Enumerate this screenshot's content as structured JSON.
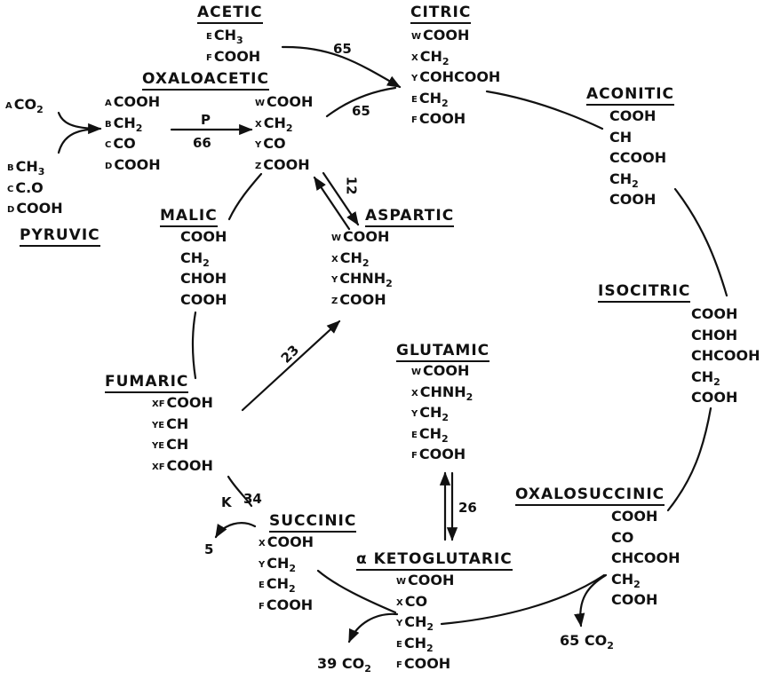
{
  "compounds": {
    "acetic": {
      "name": "ACETIC",
      "rows": [
        {
          "l": "E",
          "f": "CH",
          "s": "3",
          "t": ""
        },
        {
          "l": "F",
          "f": "COOH",
          "s": "",
          "t": ""
        }
      ]
    },
    "citric": {
      "name": "CITRIC",
      "rows": [
        {
          "l": "W",
          "f": "COOH",
          "s": "",
          "t": ""
        },
        {
          "l": "X",
          "f": "CH",
          "s": "2",
          "t": ""
        },
        {
          "l": "Y",
          "f": "COHCOOH",
          "s": "",
          "t": ""
        },
        {
          "l": "E",
          "f": "CH",
          "s": "2",
          "t": ""
        },
        {
          "l": "F",
          "f": "COOH",
          "s": "",
          "t": ""
        }
      ]
    },
    "oxaloacetic": {
      "name": "OXALOACETIC",
      "rows_left": [
        {
          "l": "A",
          "f": "COOH",
          "s": "",
          "t": ""
        },
        {
          "l": "B",
          "f": "CH",
          "s": "2",
          "t": ""
        },
        {
          "l": "C",
          "f": "CO",
          "s": "",
          "t": ""
        },
        {
          "l": "D",
          "f": "COOH",
          "s": "",
          "t": ""
        }
      ],
      "rows_right": [
        {
          "l": "W",
          "f": "COOH",
          "s": "",
          "t": ""
        },
        {
          "l": "X",
          "f": "CH",
          "s": "2",
          "t": ""
        },
        {
          "l": "Y",
          "f": "CO",
          "s": "",
          "t": ""
        },
        {
          "l": "Z",
          "f": "COOH",
          "s": "",
          "t": ""
        }
      ]
    },
    "co2_a": {
      "rows": [
        {
          "l": "A",
          "f": "CO",
          "s": "2",
          "t": ""
        }
      ]
    },
    "pyruvic": {
      "name": "PYRUVIC",
      "rows": [
        {
          "l": "B",
          "f": "CH",
          "s": "3",
          "t": ""
        },
        {
          "l": "C",
          "f": "C.O",
          "s": "",
          "t": ""
        },
        {
          "l": "D",
          "f": "COOH",
          "s": "",
          "t": ""
        }
      ]
    },
    "aconitic": {
      "name": "ACONITIC",
      "rows": [
        {
          "l": "",
          "f": "COOH",
          "s": "",
          "t": ""
        },
        {
          "l": "",
          "f": "CH",
          "s": "",
          "t": ""
        },
        {
          "l": "",
          "f": "CCOOH",
          "s": "",
          "t": ""
        },
        {
          "l": "",
          "f": "CH",
          "s": "2",
          "t": ""
        },
        {
          "l": "",
          "f": "COOH",
          "s": "",
          "t": ""
        }
      ]
    },
    "malic": {
      "name": "MALIC",
      "rows": [
        {
          "l": "",
          "f": "COOH",
          "s": "",
          "t": ""
        },
        {
          "l": "",
          "f": "CH",
          "s": "2",
          "t": ""
        },
        {
          "l": "",
          "f": "CHOH",
          "s": "",
          "t": ""
        },
        {
          "l": "",
          "f": "COOH",
          "s": "",
          "t": ""
        }
      ]
    },
    "aspartic": {
      "name": "ASPARTIC",
      "rows": [
        {
          "l": "W",
          "f": "COOH",
          "s": "",
          "t": ""
        },
        {
          "l": "X",
          "f": "CH",
          "s": "2",
          "t": ""
        },
        {
          "l": "Y",
          "f": "CHNH",
          "s": "2",
          "t": ""
        },
        {
          "l": "Z",
          "f": "COOH",
          "s": "",
          "t": ""
        }
      ]
    },
    "isocitric": {
      "name": "ISOCITRIC",
      "rows": [
        {
          "l": "",
          "f": "COOH",
          "s": "",
          "t": ""
        },
        {
          "l": "",
          "f": "CHOH",
          "s": "",
          "t": ""
        },
        {
          "l": "",
          "f": "CHCOOH",
          "s": "",
          "t": ""
        },
        {
          "l": "",
          "f": "CH",
          "s": "2",
          "t": ""
        },
        {
          "l": "",
          "f": "COOH",
          "s": "",
          "t": ""
        }
      ]
    },
    "glutamic": {
      "name": "GLUTAMIC",
      "rows": [
        {
          "l": "W",
          "f": "COOH",
          "s": "",
          "t": ""
        },
        {
          "l": "X",
          "f": "CHNH",
          "s": "2",
          "t": ""
        },
        {
          "l": "Y",
          "f": "CH",
          "s": "2",
          "t": ""
        },
        {
          "l": "E",
          "f": "CH",
          "s": "2",
          "t": ""
        },
        {
          "l": "F",
          "f": "COOH",
          "s": "",
          "t": ""
        }
      ]
    },
    "fumaric": {
      "name": "FUMARIC",
      "rows": [
        {
          "l": "XF",
          "f": "COOH",
          "s": "",
          "t": ""
        },
        {
          "l": "YE",
          "f": "CH",
          "s": "",
          "t": ""
        },
        {
          "l": "YE",
          "f": "CH",
          "s": "",
          "t": ""
        },
        {
          "l": "XF",
          "f": "COOH",
          "s": "",
          "t": ""
        }
      ]
    },
    "oxalosuccinic": {
      "name": "OXALOSUCCINIC",
      "rows": [
        {
          "l": "",
          "f": "COOH",
          "s": "",
          "t": ""
        },
        {
          "l": "",
          "f": "CO",
          "s": "",
          "t": ""
        },
        {
          "l": "",
          "f": "CHCOOH",
          "s": "",
          "t": ""
        },
        {
          "l": "",
          "f": "CH",
          "s": "2",
          "t": ""
        },
        {
          "l": "",
          "f": "COOH",
          "s": "",
          "t": ""
        }
      ]
    },
    "succinic": {
      "name": "SUCCINIC",
      "rows": [
        {
          "l": "X",
          "f": "COOH",
          "s": "",
          "t": ""
        },
        {
          "l": "Y",
          "f": "CH",
          "s": "2",
          "t": ""
        },
        {
          "l": "E",
          "f": "CH",
          "s": "2",
          "t": ""
        },
        {
          "l": "F",
          "f": "COOH",
          "s": "",
          "t": ""
        }
      ]
    },
    "ketoglutaric": {
      "name": "α KETOGLUTARIC",
      "rows": [
        {
          "l": "W",
          "f": "COOH",
          "s": "",
          "t": ""
        },
        {
          "l": "X",
          "f": "CO",
          "s": "",
          "t": ""
        },
        {
          "l": "Y",
          "f": "CH",
          "s": "2",
          "t": ""
        },
        {
          "l": "E",
          "f": "CH",
          "s": "2",
          "t": ""
        },
        {
          "l": "F",
          "f": "COOH",
          "s": "",
          "t": ""
        }
      ]
    }
  },
  "labels": {
    "acetic_citric": "65",
    "oxaloacetic_citric": "65",
    "pyruvic_oxaloacetic_p": "P",
    "pyruvic_oxaloacetic_n": "66",
    "oxaloacetic_aspartic": "12",
    "fumaric_aspartic": "23",
    "fumaric_succinic_k": "K",
    "fumaric_succinic_n": "34",
    "side_product": "5",
    "glutamic_ketoglutaric": "26"
  },
  "products": {
    "co2_39": {
      "n": "39",
      "f": "CO",
      "s": "2"
    },
    "co2_65": {
      "n": "65",
      "f": "CO",
      "s": "2"
    }
  }
}
